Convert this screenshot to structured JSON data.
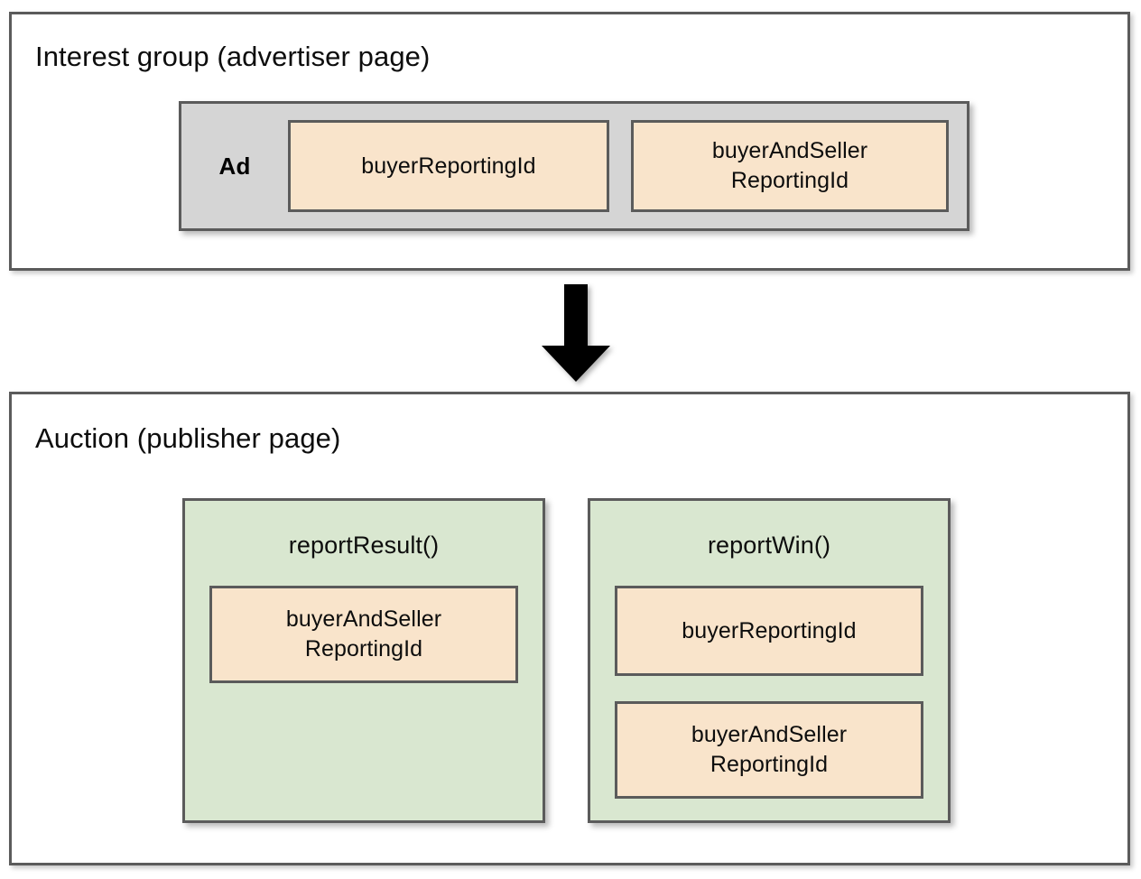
{
  "diagram": {
    "sections": [
      {
        "id": "interest-group",
        "title": "Interest group (advertiser page)",
        "ad": {
          "label": "Ad",
          "fields": [
            {
              "id": "buyer-reporting-id",
              "label": "buyerReportingId"
            },
            {
              "id": "buyer-and-seller-reporting-id",
              "label": "buyerAndSellerReportingId",
              "line1": "buyerAndSeller",
              "line2": "ReportingId"
            }
          ]
        }
      },
      {
        "id": "auction",
        "title": "Auction (publisher page)",
        "functions": [
          {
            "id": "report-result",
            "name": "reportResult()",
            "fields": [
              {
                "id": "buyer-and-seller-reporting-id",
                "label": "buyerAndSellerReportingId",
                "line1": "buyerAndSeller",
                "line2": "ReportingId"
              }
            ]
          },
          {
            "id": "report-win",
            "name": "reportWin()",
            "fields": [
              {
                "id": "buyer-reporting-id",
                "label": "buyerReportingId",
                "line1": "buyerReportingId",
                "line2": ""
              },
              {
                "id": "buyer-and-seller-reporting-id",
                "label": "buyerAndSellerReportingId",
                "line1": "buyerAndSeller",
                "line2": "ReportingId"
              }
            ]
          }
        ]
      }
    ],
    "flow": {
      "arrow": "arrow-down-icon"
    },
    "colors": {
      "panel_border": "#5b5b5b",
      "panel_background": "#ffffff",
      "ad_container_fill": "#d5d5d5",
      "field_fill": "#f9e4cb",
      "function_fill": "#d9e7d0",
      "text": "#0d0d0d",
      "arrow_fill": "#000000"
    }
  }
}
